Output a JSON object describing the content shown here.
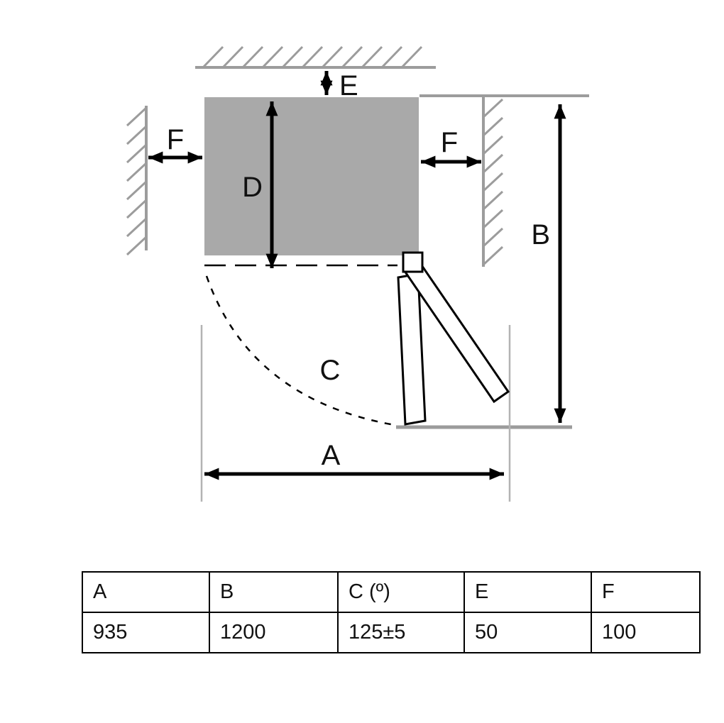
{
  "diagram": {
    "labels": {
      "A": "A",
      "B": "B",
      "C": "C",
      "D": "D",
      "E": "E",
      "F": "F"
    },
    "colors": {
      "appliance_fill": "#A9A9A9",
      "wall_stroke": "#9C9C9C",
      "extension_stroke": "#B3B3B3",
      "dimension_stroke": "#000000"
    }
  },
  "table": {
    "headers": [
      "A",
      "B",
      "C (º)",
      "E",
      "F"
    ],
    "values": [
      "935",
      "1200",
      "125±5",
      "50",
      "100"
    ]
  }
}
